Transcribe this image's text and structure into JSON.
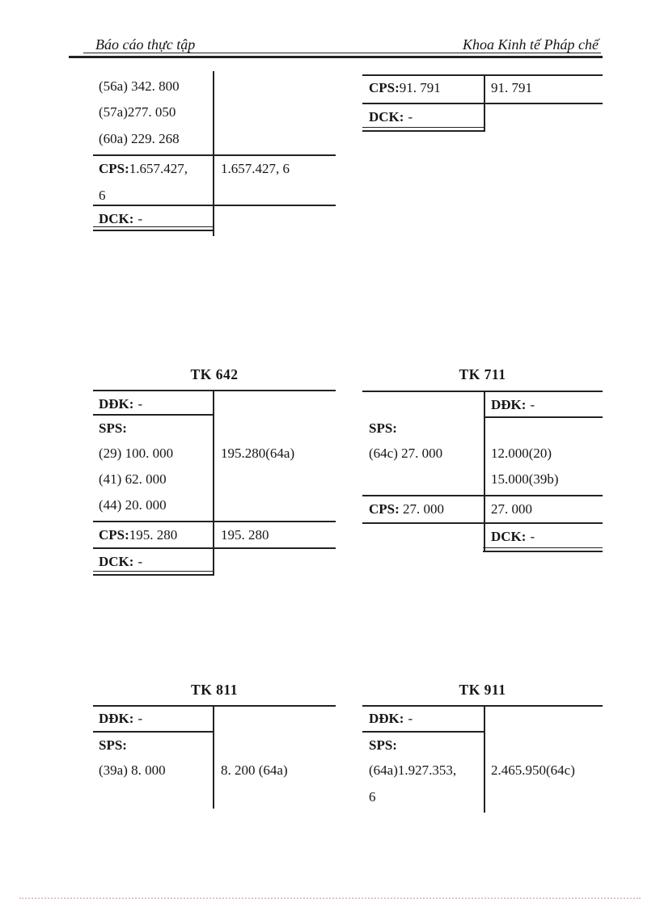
{
  "header": {
    "left": "Báo cáo thực tập",
    "right": "Khoa Kinh tế Pháp chế"
  },
  "colors": {
    "text": "#161616",
    "rule": "#222222",
    "footer_dots": "#ddc3d2"
  },
  "accounts": {
    "cont_left": {
      "entries": [
        "(56a) 342. 800",
        "(57a)277. 050",
        "(60a) 229. 268"
      ],
      "cps_label": "CPS:",
      "cps_debit": "1.657.427,\n6",
      "cps_credit": "1.657.427, 6",
      "dck_label": "DCK:",
      "dck_value": "-"
    },
    "cont_right": {
      "cps_label": "CPS:",
      "cps_debit": "91. 791",
      "cps_credit": "91. 791",
      "dck_label": "DCK:",
      "dck_value": "-"
    },
    "tk642": {
      "title": "TK 642",
      "ddk_label": "DĐK:",
      "ddk_value": "-",
      "sps_label": "SPS:",
      "debit_entries": [
        "(29) 100. 000",
        "(41) 62. 000",
        "(44) 20. 000"
      ],
      "credit_entries": [
        "195.280(64a)"
      ],
      "cps_label": "CPS:",
      "cps_debit": "195. 280",
      "cps_credit": "195. 280",
      "dck_label": "DCK:",
      "dck_value": "-"
    },
    "tk711": {
      "title": "TK 711",
      "ddk_label": "DĐK:",
      "ddk_value": "-",
      "sps_label": "SPS:",
      "debit_entries": [
        "(64c) 27. 000"
      ],
      "credit_entries": [
        "12.000(20)",
        "15.000(39b)"
      ],
      "cps_label": "CPS:",
      "cps_debit": " 27. 000",
      "cps_credit": "27. 000",
      "dck_label": "DCK:",
      "dck_value": "-"
    },
    "tk811": {
      "title": "TK 811",
      "ddk_label": "DĐK:",
      "ddk_value": "-",
      "sps_label": "SPS:",
      "debit_entries": [
        "(39a) 8. 000"
      ],
      "credit_entries": [
        "8. 200 (64a)"
      ]
    },
    "tk911": {
      "title": "TK 911",
      "ddk_label": "DĐK:",
      "ddk_value": "-",
      "sps_label": "SPS:",
      "debit_entries": [
        "(64a)1.927.353,\n6"
      ],
      "credit_entries": [
        "2.465.950(64c)"
      ]
    }
  }
}
